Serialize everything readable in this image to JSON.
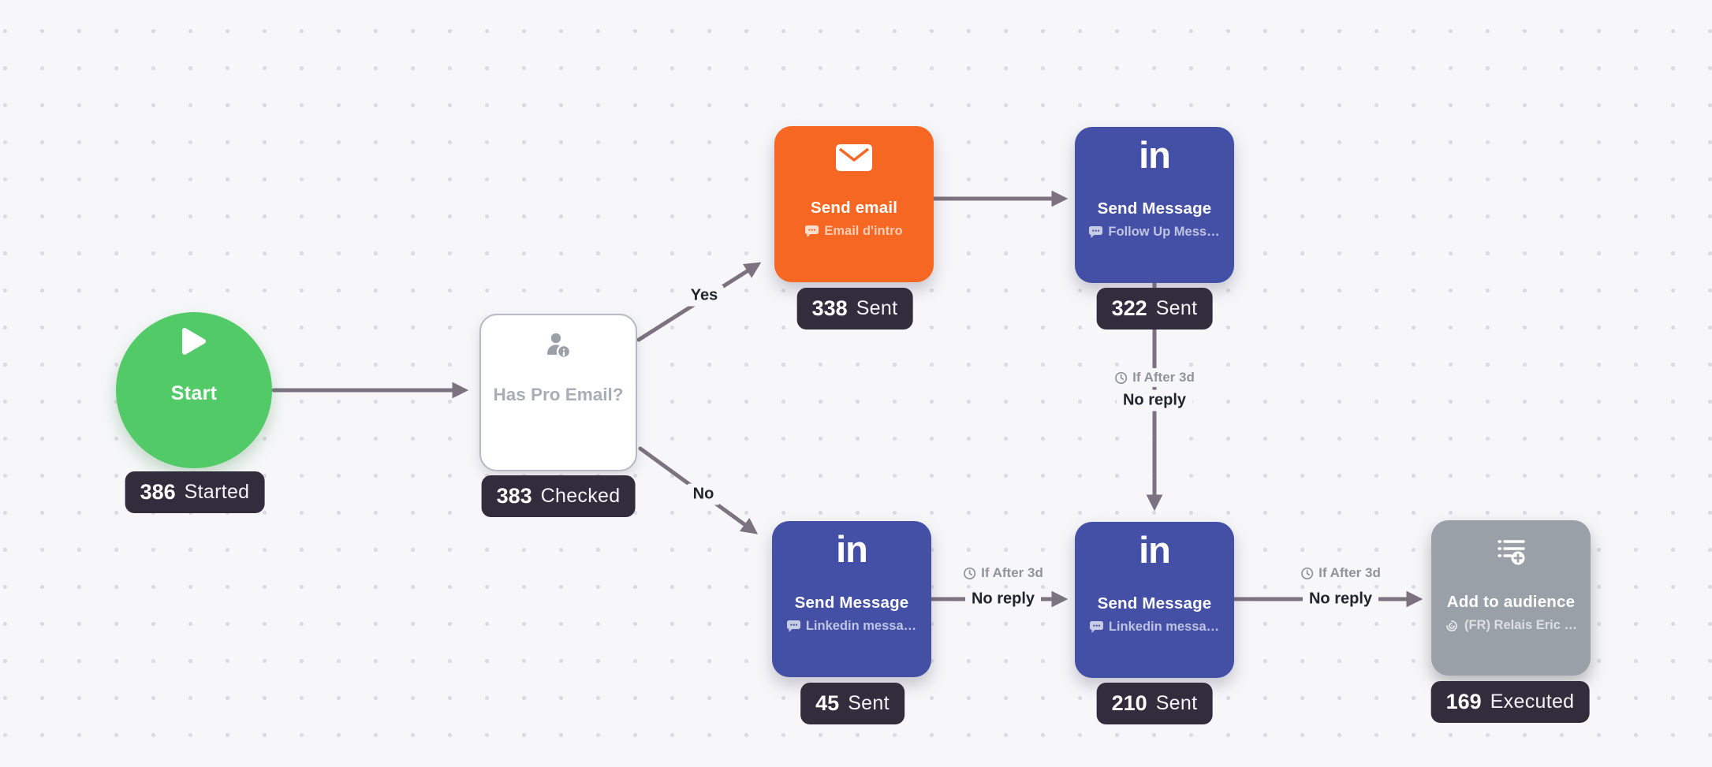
{
  "canvas": {
    "name": "campaign-workflow-canvas"
  },
  "colors": {
    "start_green": "#51ca67",
    "email_orange": "#f56722",
    "linkedin_indigo": "#4350a6",
    "audience_gray": "#9aa0a8",
    "badge_dark": "#322d3d",
    "edge": "#7d7280"
  },
  "icons": {
    "start": "play-icon",
    "condition": "person-info-icon",
    "email": "envelope-icon",
    "linkedin": "linkedin-in-logo",
    "audience": "list-add-icon",
    "subtitle": "chat-bubble-icon",
    "delay": "clock-icon",
    "audience_subtitle": "spiral-icon"
  },
  "nodes": {
    "start": {
      "title": "Start",
      "count": "386",
      "count_label": "Started"
    },
    "has_pro_email": {
      "title": "Has Pro Email?",
      "count": "383",
      "count_label": "Checked"
    },
    "send_email": {
      "title": "Send email",
      "subtitle": "Email d'intro",
      "count": "338",
      "count_label": "Sent"
    },
    "send_message_followup": {
      "logo": "in",
      "title": "Send Message",
      "subtitle": "Follow Up Mess…",
      "count": "322",
      "count_label": "Sent"
    },
    "send_message_linkedin_1": {
      "logo": "in",
      "title": "Send Message",
      "subtitle": "Linkedin messa…",
      "count": "45",
      "count_label": "Sent"
    },
    "send_message_linkedin_2": {
      "logo": "in",
      "title": "Send Message",
      "subtitle": "Linkedin messa…",
      "count": "210",
      "count_label": "Sent"
    },
    "add_to_audience": {
      "title": "Add to audience",
      "subtitle": "(FR) Relais Eric …",
      "count": "169",
      "count_label": "Executed"
    }
  },
  "edges": {
    "yes": "Yes",
    "no": "No",
    "delay": "If After 3d",
    "condition": "No reply"
  }
}
